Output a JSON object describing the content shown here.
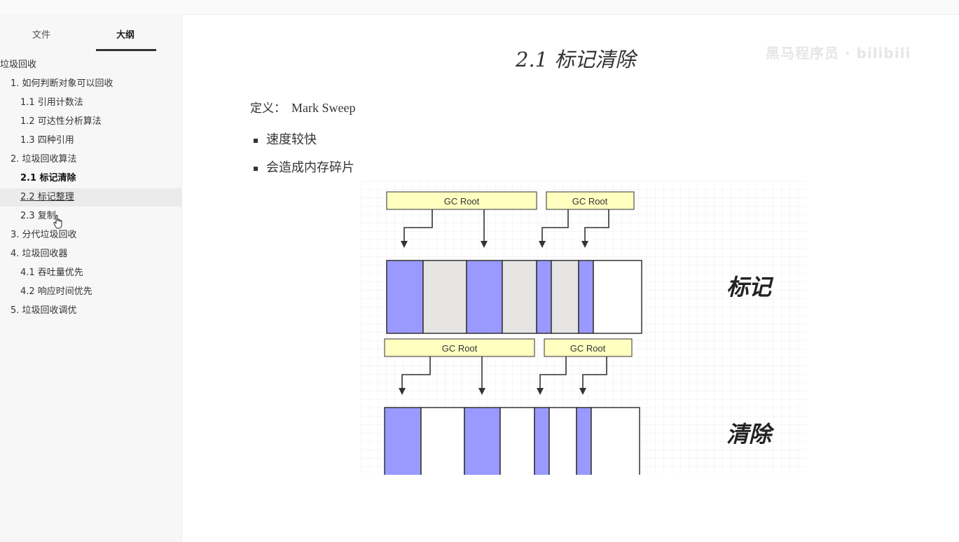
{
  "sidebar": {
    "tabs": {
      "files": "文件",
      "outline": "大纲"
    },
    "items": [
      {
        "label": "垃圾回收",
        "level": 0
      },
      {
        "label": "1. 如何判断对象可以回收",
        "level": 1
      },
      {
        "label": "1.1 引用计数法",
        "level": 2
      },
      {
        "label": "1.2 可达性分析算法",
        "level": 2
      },
      {
        "label": "1.3 四种引用",
        "level": 2
      },
      {
        "label": "2. 垃圾回收算法",
        "level": 1
      },
      {
        "label": "2.1 标记清除",
        "level": 2,
        "state": "active"
      },
      {
        "label": "2.2 标记整理",
        "level": 2,
        "state": "hover"
      },
      {
        "label": "2.3 复制",
        "level": 2
      },
      {
        "label": "3. 分代垃圾回收",
        "level": 1
      },
      {
        "label": "4. 垃圾回收器",
        "level": 1
      },
      {
        "label": "4.1 吞吐量优先",
        "level": 2
      },
      {
        "label": "4.2 响应时间优先",
        "level": 2
      },
      {
        "label": "5. 垃圾回收调优",
        "level": 1
      }
    ]
  },
  "main": {
    "title": "2.1 标记清除",
    "watermark": "黑马程序员 · bilibili",
    "definition_label": "定义：",
    "definition_value": "Mark Sweep",
    "bullets": [
      "速度较快",
      "会造成内存碎片"
    ]
  },
  "diagram": {
    "gc_root_label": "GC Root",
    "mark_label": "标记",
    "sweep_label": "清除",
    "colors": {
      "marked": "#9999ff",
      "garbage": "#e6e5e3",
      "free": "#ffffff",
      "root_box": "#ffffc0",
      "grid": "#ececec"
    },
    "mark_blocks": [
      "marked",
      "garbage",
      "marked",
      "garbage",
      "marked",
      "garbage",
      "marked",
      "free"
    ],
    "sweep_blocks": [
      "marked",
      "free",
      "marked",
      "free",
      "marked",
      "free",
      "marked",
      "free"
    ]
  }
}
